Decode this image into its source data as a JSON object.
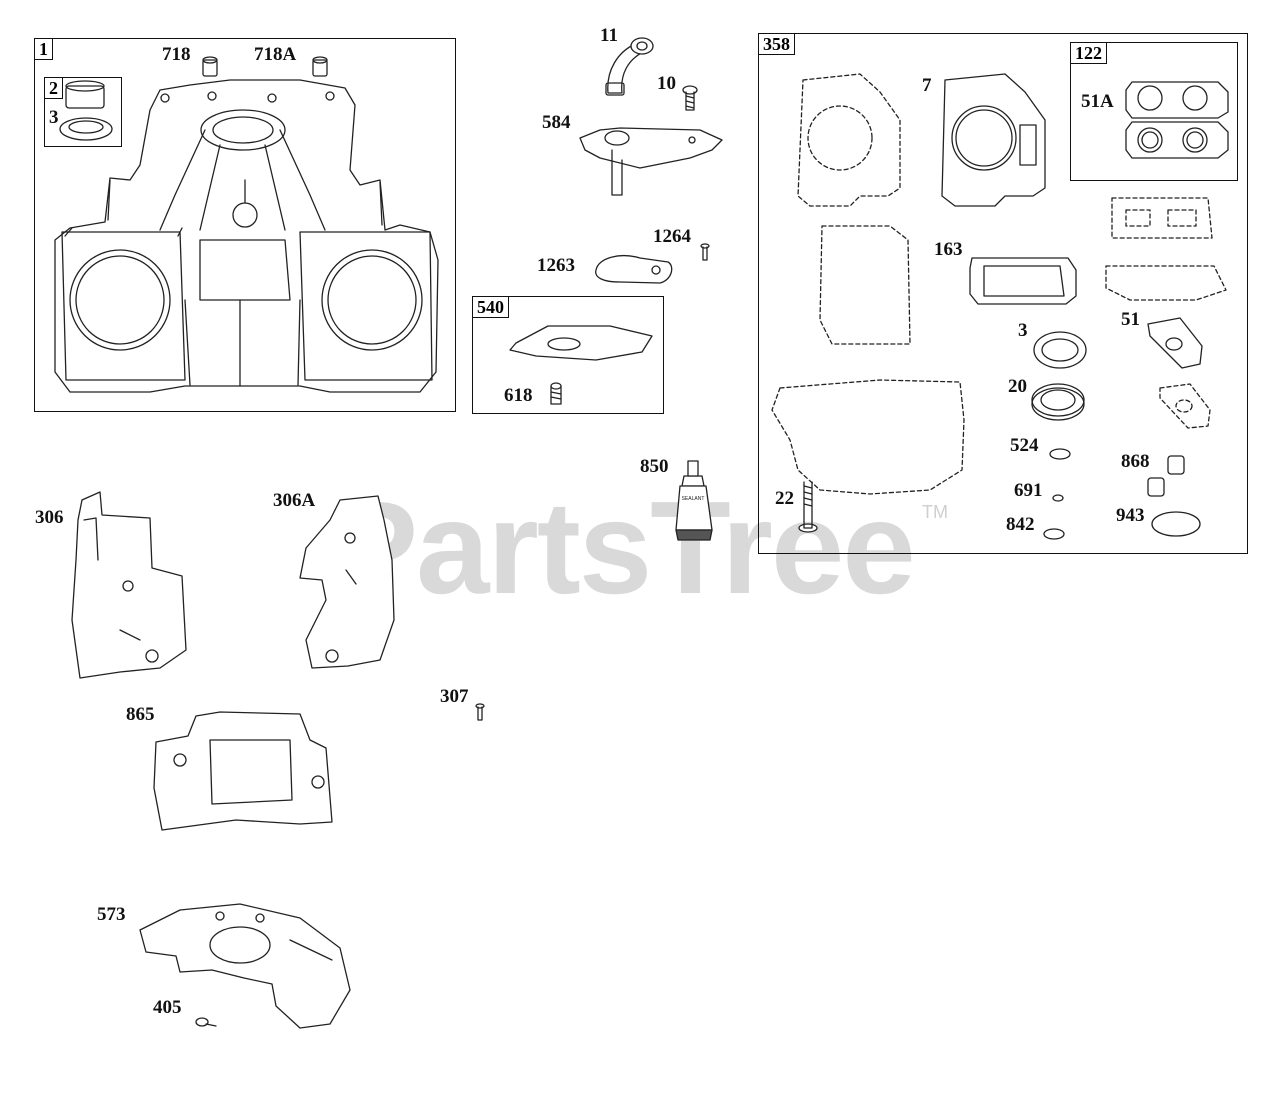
{
  "watermark": {
    "text": "PartsTree",
    "trademark": "TM"
  },
  "boxes": {
    "box_1": "1",
    "box_2": "2",
    "box_540": "540",
    "box_358": "358",
    "box_122": "122"
  },
  "labels": {
    "l_718": "718",
    "l_718A": "718A",
    "l_3a": "3",
    "l_11": "11",
    "l_10": "10",
    "l_584": "584",
    "l_1264": "1264",
    "l_1263": "1263",
    "l_618": "618",
    "l_850": "850",
    "l_7": "7",
    "l_51A": "51A",
    "l_163": "163",
    "l_3b": "3",
    "l_51": "51",
    "l_20": "20",
    "l_524": "524",
    "l_868": "868",
    "l_22": "22",
    "l_691": "691",
    "l_842": "842",
    "l_943": "943",
    "l_306": "306",
    "l_306A": "306A",
    "l_307": "307",
    "l_865": "865",
    "l_573": "573",
    "l_405": "405"
  },
  "tube_text": "SEALANT"
}
